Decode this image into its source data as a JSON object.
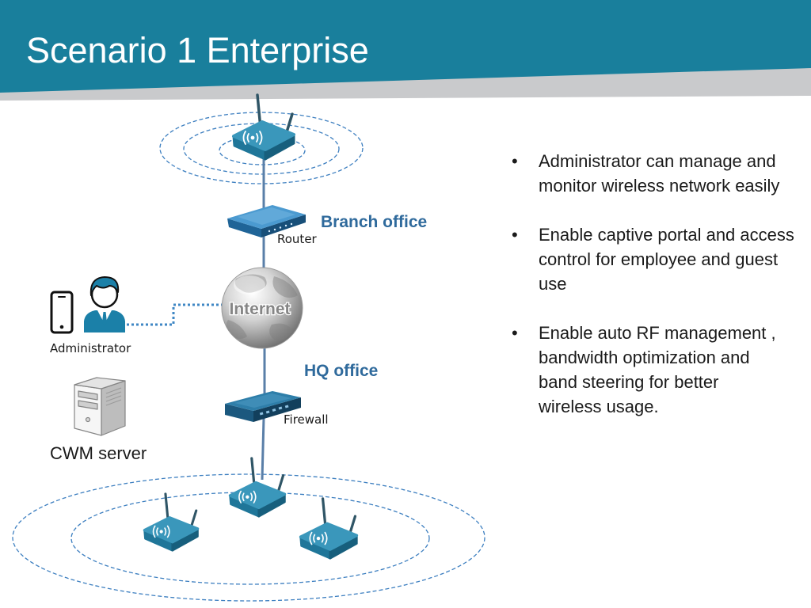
{
  "slide": {
    "title": "Scenario 1 Enterprise",
    "colors": {
      "header": "#197f9c",
      "header_shadow": "#c9cacc",
      "device_blue": "#1f7699",
      "office_label": "#2f6a9c",
      "connection_line": "#5a7fa8",
      "coverage_ring": "#3d7fc0"
    }
  },
  "diagram": {
    "branch_office": {
      "label": "Branch office",
      "router_label": "Router"
    },
    "internet": {
      "label": "Internet"
    },
    "hq_office": {
      "label": "HQ office",
      "firewall_label": "Firewall"
    },
    "administrator": {
      "label": "Administrator"
    },
    "cwm_server": {
      "label": "CWM server"
    },
    "icons": [
      "access-point-icon",
      "router-icon",
      "internet-globe-icon",
      "firewall-icon",
      "smartphone-icon",
      "administrator-user-icon",
      "server-icon"
    ]
  },
  "bullets": [
    {
      "lines": [
        "Administrator can manage and",
        "monitor wireless network easily"
      ]
    },
    {
      "lines": [
        "Enable captive portal and access",
        "control for employee and guest",
        "use"
      ]
    },
    {
      "lines": [
        "Enable auto RF management ,",
        "bandwidth optimization and",
        "band steering for better",
        "wireless usage."
      ]
    }
  ]
}
